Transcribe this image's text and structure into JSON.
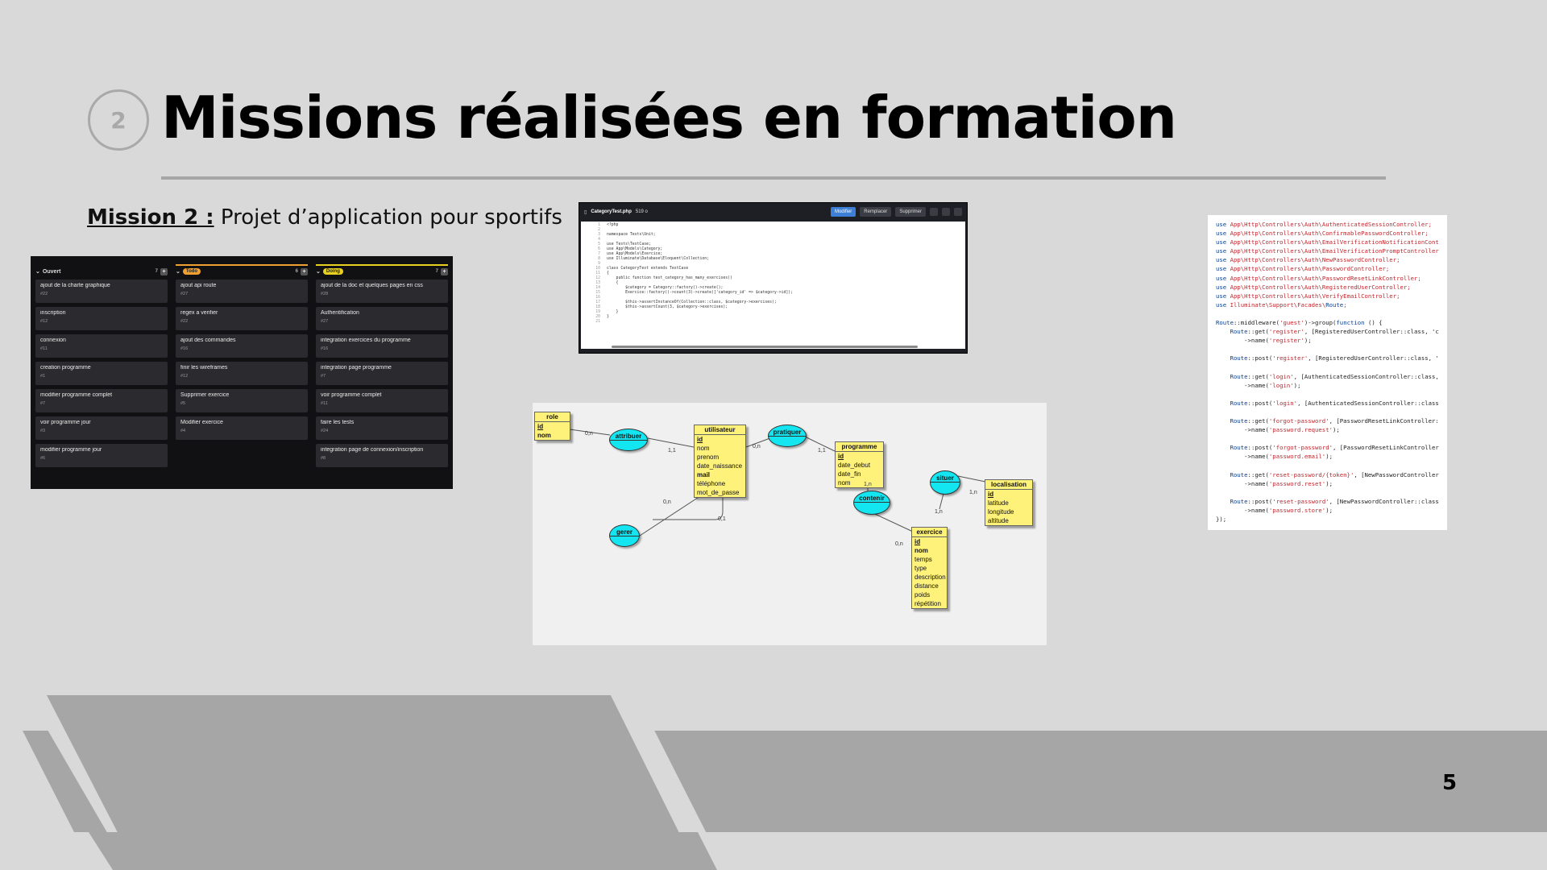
{
  "slide": {
    "section_number": "2",
    "title": "Missions réalisées en formation",
    "mission_label": "Mission 2 :",
    "mission_text": " Projet d’application pour sportifs",
    "page_number": "5"
  },
  "kanban": {
    "columns": [
      {
        "name": "Ouvert",
        "count": "7",
        "cards": [
          {
            "title": "ajout de la charte graphique",
            "id": "#22"
          },
          {
            "title": "inscription",
            "id": "#12"
          },
          {
            "title": "connexion",
            "id": "#11"
          },
          {
            "title": "creation programme",
            "id": "#1"
          },
          {
            "title": "modifier programme complet",
            "id": "#7"
          },
          {
            "title": "voir programme jour",
            "id": "#3"
          },
          {
            "title": "modifier programme jour",
            "id": "#6"
          }
        ]
      },
      {
        "name": "Todo",
        "count": "6",
        "cards": [
          {
            "title": "ajout api route",
            "id": "#27"
          },
          {
            "title": "regex a verifier",
            "id": "#22"
          },
          {
            "title": "ajout des commandes",
            "id": "#16"
          },
          {
            "title": "finir les wireframes",
            "id": "#12"
          },
          {
            "title": "Supprimer exercice",
            "id": "#5"
          },
          {
            "title": "Modifier exercice",
            "id": "#4"
          }
        ]
      },
      {
        "name": "Doing",
        "count": "7",
        "cards": [
          {
            "title": "ajout de la doc et quelques pages en css",
            "id": "#28"
          },
          {
            "title": "Authentification",
            "id": "#27"
          },
          {
            "title": "integration exercices du programme",
            "id": "#16"
          },
          {
            "title": "integration page programme",
            "id": "#7"
          },
          {
            "title": "voir programme complet",
            "id": "#11"
          },
          {
            "title": "faire les tests",
            "id": "#24"
          },
          {
            "title": "integration page de connexion/inscription",
            "id": "#8"
          }
        ]
      }
    ]
  },
  "editor": {
    "filename": "CategoryTest.php",
    "size": "519 o",
    "buttons": {
      "edit": "Modifier",
      "replace": "Remplacer",
      "delete": "Supprimer"
    },
    "lines": [
      "<?php",
      "",
      "namespace Tests\\Unit;",
      "",
      "use Tests\\TestCase;",
      "use App\\Models\\Category;",
      "use App\\Models\\Exercice;",
      "use Illuminate\\Database\\Eloquent\\Collection;",
      "",
      "class CategoryTest extends TestCase",
      "{",
      "    public function test_category_has_many_exercises()",
      "    {",
      "        $category = Category::factory()->create();",
      "        Exercice::factory()->count(3)->create(['category_id' => $category->id]);",
      "",
      "        $this->assertInstanceOf(Collection::class, $category->exercises);",
      "        $this->assertCount(3, $category->exercises);",
      "    }",
      "}",
      ""
    ]
  },
  "mcd": {
    "entities": {
      "role": {
        "name": "role",
        "fields": [
          "id",
          "nom"
        ]
      },
      "utilisateur": {
        "name": "utilisateur",
        "fields": [
          "id",
          "nom",
          "prenom",
          "date_naissance",
          "mail",
          "téléphone",
          "mot_de_passe"
        ]
      },
      "programme": {
        "name": "programme",
        "fields": [
          "id",
          "date_debut",
          "date_fin",
          "nom"
        ]
      },
      "exercice": {
        "name": "exercice",
        "fields": [
          "id",
          "nom",
          "temps",
          "type",
          "description",
          "distance",
          "poids",
          "répétition"
        ]
      },
      "localisation": {
        "name": "localisation",
        "fields": [
          "id",
          "latitude",
          "longitude",
          "altitude"
        ]
      }
    },
    "relations": {
      "attribuer": "attribuer",
      "pratiquer": "pratiquer",
      "gerer": "gerer",
      "contenir": "contenir",
      "situer": "situer"
    },
    "cardinalities": {
      "role_attribuer": "0,n",
      "utilisateur_attribuer": "1,1",
      "utilisateur_pratiquer": "0,n",
      "programme_pratiquer": "1,1",
      "utilisateur_gerer_a": "0,n",
      "utilisateur_gerer_b": "0,1",
      "programme_contenir": "1,n",
      "exercice_contenir": "0,n",
      "exercice_situer": "1,n",
      "localisation_situer": "1,n"
    }
  },
  "routes": {
    "lines": [
      "use App\\Http\\Controllers\\Auth\\AuthenticatedSessionController;",
      "use App\\Http\\Controllers\\Auth\\ConfirmablePasswordController;",
      "use App\\Http\\Controllers\\Auth\\EmailVerificationNotificationCont",
      "use App\\Http\\Controllers\\Auth\\EmailVerificationPromptController",
      "use App\\Http\\Controllers\\Auth\\NewPasswordController;",
      "use App\\Http\\Controllers\\Auth\\PasswordController;",
      "use App\\Http\\Controllers\\Auth\\PasswordResetLinkController;",
      "use App\\Http\\Controllers\\Auth\\RegisteredUserController;",
      "use App\\Http\\Controllers\\Auth\\VerifyEmailController;",
      "use Illuminate\\Support\\Facades\\Route;",
      "",
      "Route::middleware('guest')->group(function () {",
      "    Route::get('register', [RegisteredUserController::class, 'c",
      "        ->name('register');",
      "",
      "    Route::post('register', [RegisteredUserController::class, '",
      "",
      "    Route::get('login', [AuthenticatedSessionController::class,",
      "        ->name('login');",
      "",
      "    Route::post('login', [AuthenticatedSessionController::class",
      "",
      "    Route::get('forgot-password', [PasswordResetLinkController:",
      "        ->name('password.request');",
      "",
      "    Route::post('forgot-password', [PasswordResetLinkController",
      "        ->name('password.email');",
      "",
      "    Route::get('reset-password/{token}', [NewPasswordController",
      "        ->name('password.reset');",
      "",
      "    Route::post('reset-password', [NewPasswordController::class",
      "        ->name('password.store');",
      "});"
    ]
  }
}
